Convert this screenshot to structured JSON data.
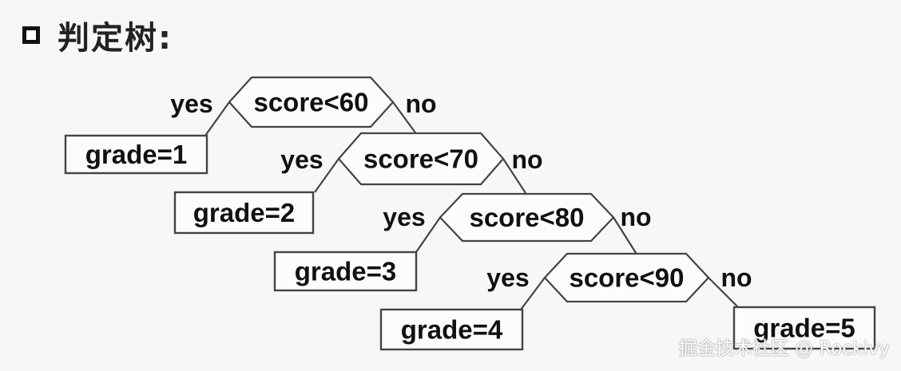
{
  "heading": {
    "text": "判定树:"
  },
  "tree": {
    "decisions": [
      {
        "id": "d1",
        "label": "score<60",
        "yes_label": "yes",
        "no_label": "no"
      },
      {
        "id": "d2",
        "label": "score<70",
        "yes_label": "yes",
        "no_label": "no"
      },
      {
        "id": "d3",
        "label": "score<80",
        "yes_label": "yes",
        "no_label": "no"
      },
      {
        "id": "d4",
        "label": "score<90",
        "yes_label": "yes",
        "no_label": "no"
      }
    ],
    "leaves": [
      {
        "id": "l1",
        "label": "grade=1"
      },
      {
        "id": "l2",
        "label": "grade=2"
      },
      {
        "id": "l3",
        "label": "grade=3"
      },
      {
        "id": "l4",
        "label": "grade=4"
      },
      {
        "id": "l5",
        "label": "grade=5"
      }
    ]
  },
  "watermark": {
    "text": "掘金技术社区 @ Rockivy"
  }
}
